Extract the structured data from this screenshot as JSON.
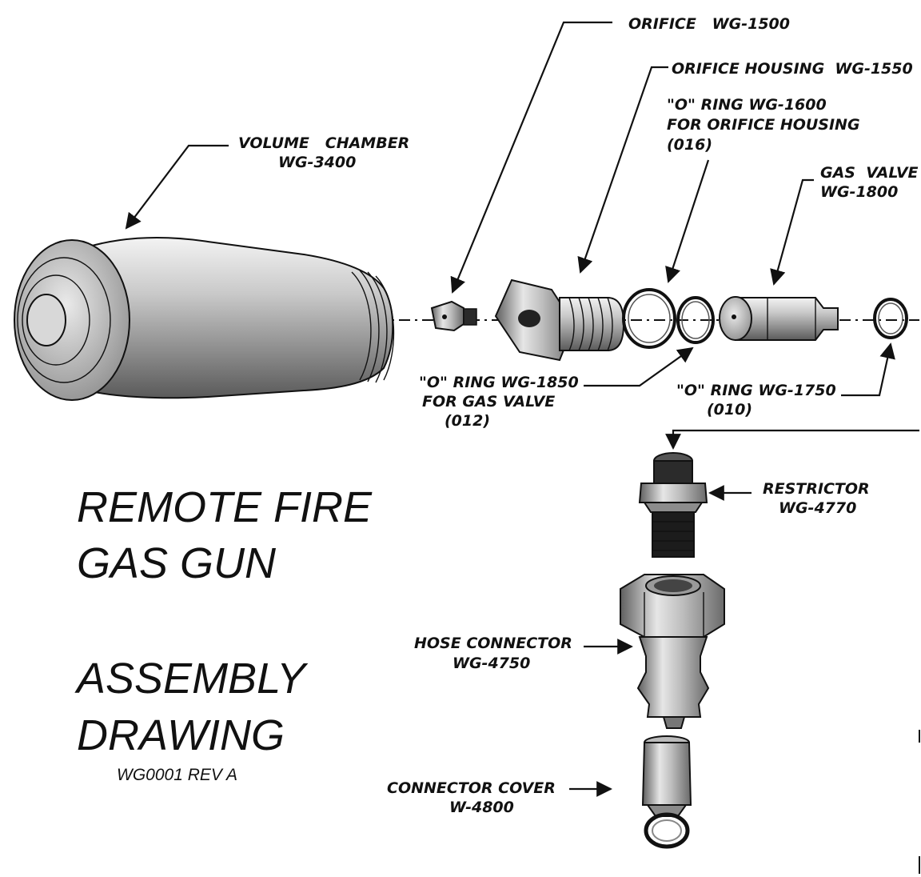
{
  "title": {
    "line1": "REMOTE FIRE",
    "line2": "GAS GUN",
    "line3": "ASSEMBLY",
    "line4": "DRAWING",
    "doc_number": "WG0001 REV A"
  },
  "callouts": {
    "orifice": {
      "name": "ORIFICE   WG-1500"
    },
    "orifice_housing": {
      "name": "ORIFICE HOUSING  WG-1550"
    },
    "oring_1600": {
      "line1": "\"O\" RING WG-1600",
      "line2": "FOR ORIFICE HOUSING",
      "line3": "(016)"
    },
    "volume_chamber": {
      "line1": "VOLUME   CHAMBER",
      "line2": "WG-3400"
    },
    "gas_valve": {
      "line1": "GAS  VALVE",
      "line2": "WG-1800"
    },
    "oring_1850": {
      "line1": "\"O\" RING WG-1850",
      "line2": "FOR GAS VALVE",
      "line3": "(012)"
    },
    "oring_1750": {
      "line1": "\"O\" RING WG-1750",
      "line2": "(010)"
    },
    "restrictor": {
      "line1": "RESTRICTOR",
      "line2": "WG-4770"
    },
    "hose_connector": {
      "line1": "HOSE CONNECTOR",
      "line2": "WG-4750"
    },
    "connector_cover": {
      "line1": "CONNECTOR COVER",
      "line2": "W-4800"
    }
  }
}
